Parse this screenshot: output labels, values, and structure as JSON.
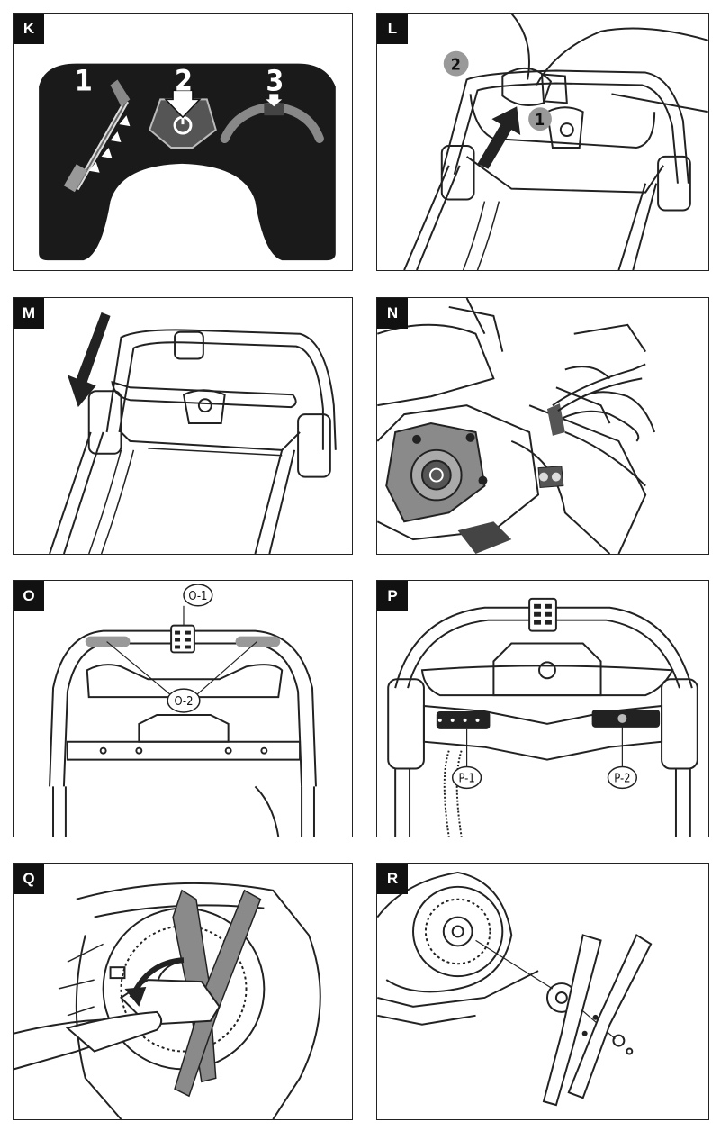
{
  "panels": [
    {
      "tag": "K",
      "step_labels": [
        "1",
        "2",
        "3"
      ]
    },
    {
      "tag": "L",
      "step_labels": [
        "1",
        "2"
      ]
    },
    {
      "tag": "M"
    },
    {
      "tag": "N"
    },
    {
      "tag": "O",
      "callouts": [
        "O-1",
        "O-2"
      ]
    },
    {
      "tag": "P",
      "callouts": [
        "P-1",
        "P-2"
      ]
    },
    {
      "tag": "Q"
    },
    {
      "tag": "R"
    }
  ]
}
